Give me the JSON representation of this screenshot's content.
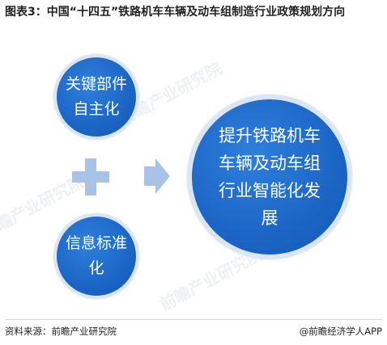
{
  "title": "图表3：中国“十四五”铁路机车车辆及动车组制造行业政策规划方向",
  "diagram": {
    "nodes": [
      {
        "id": "key-components",
        "label": "关键部件自主化"
      },
      {
        "id": "standardization",
        "label": "信息标准化"
      },
      {
        "id": "goal",
        "label": "提升铁路机车车辆及动车组行业智能化发展"
      }
    ],
    "plus_symbol": "+",
    "arrow_symbol": "→"
  },
  "watermarks": [
    "前瞻产业研究院",
    "前瞻产业研究院",
    "前瞻产业研究院"
  ],
  "footer": {
    "source": "资料来源：前瞻产业研究院",
    "brand": "@前瞻经济学人APP"
  },
  "colors": {
    "circle_fill": "#1c65c6",
    "circle_ring": "#dbe6f4",
    "plus_fill": "#a9c3e6",
    "arrow_fill": "#a9c3e6"
  }
}
